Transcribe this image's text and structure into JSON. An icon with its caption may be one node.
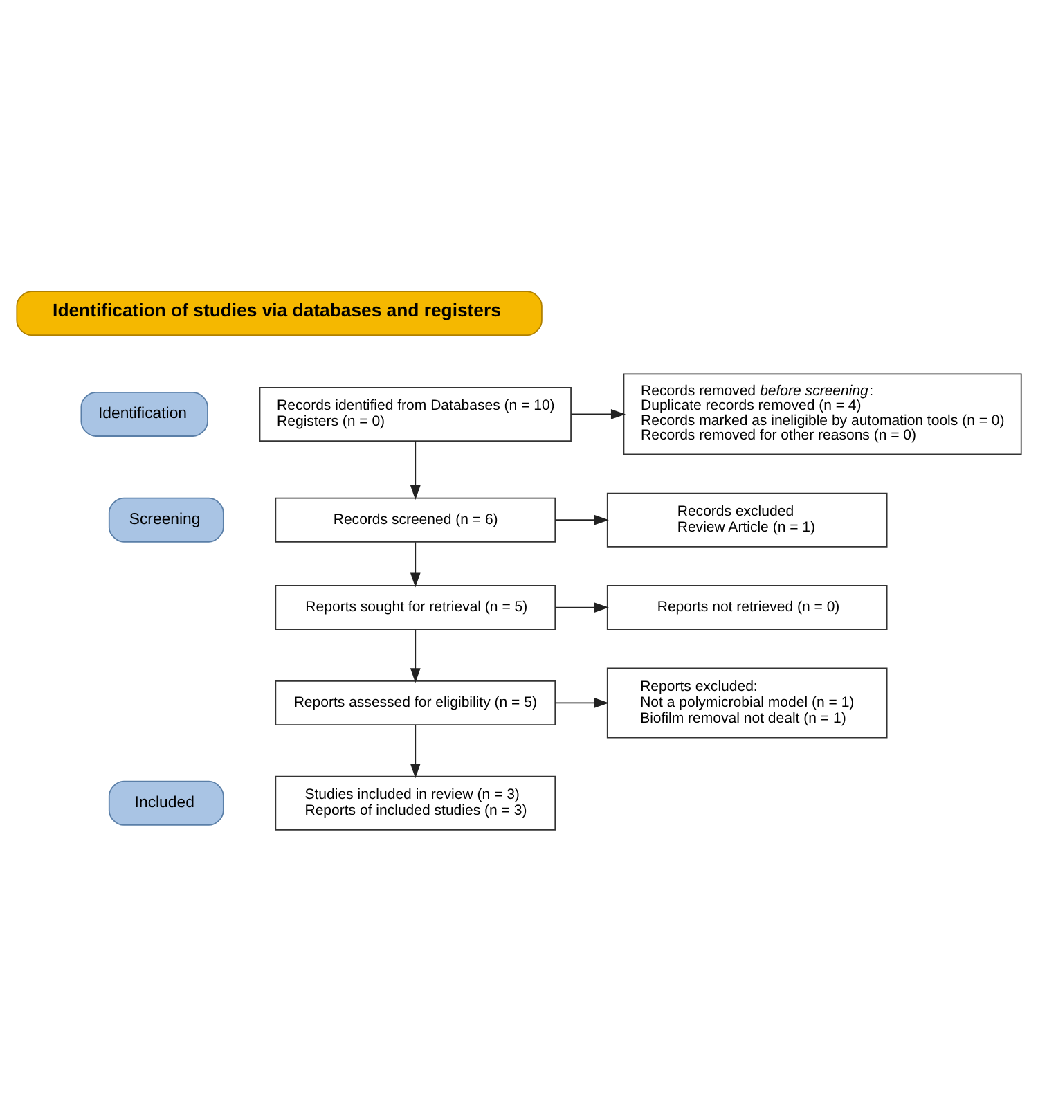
{
  "diagram": {
    "nodes": [
      {
        "text": [
          "Identification of studies via databases and registers"
        ]
      },
      {
        "text": [
          "Identification"
        ]
      },
      {
        "text": [
          "Screening"
        ]
      },
      {
        "text": [
          "Included"
        ]
      },
      {
        "text": [
          "Records identified from Databases (n = 10)",
          "Registers (n = 0)"
        ]
      },
      {
        "text": [
          "Records removed *before screening*:",
          "Duplicate records removed (n = 4)",
          "Records marked as ineligible by automation tools (n = 0)",
          "Records removed for other reasons (n = 0)"
        ]
      },
      {
        "text": [
          "Records screened (n = 6)"
        ]
      },
      {
        "text": [
          "Records excluded",
          "Review Article (n = 1)"
        ]
      },
      {
        "text": [
          "Reports sought for retrieval (n = 5)"
        ]
      },
      {
        "text": [
          "Reports not retrieved (n = 0)"
        ]
      },
      {
        "text": [
          "Reports assessed for eligibility (n = 5)"
        ]
      },
      {
        "text": [
          "Reports excluded:",
          "Not a polymicrobial model (n = 1)",
          "Biofilm removal not dealt (n = 1)"
        ]
      },
      {
        "text": [
          "Studies included in review (n = 3)",
          "Reports of included studies (n = 3)"
        ]
      }
    ],
    "edges": [
      {
        "from": 4,
        "to": 5,
        "arrow": "to"
      },
      {
        "from": 4,
        "to": 6,
        "arrow": "to"
      },
      {
        "from": 6,
        "to": 7,
        "arrow": "to"
      },
      {
        "from": 6,
        "to": 8,
        "arrow": "to"
      },
      {
        "from": 8,
        "to": 9,
        "arrow": "to"
      },
      {
        "from": 8,
        "to": 10,
        "arrow": "to"
      },
      {
        "from": 10,
        "to": 11,
        "arrow": "to"
      },
      {
        "from": 10,
        "to": 12,
        "arrow": "to"
      }
    ]
  }
}
